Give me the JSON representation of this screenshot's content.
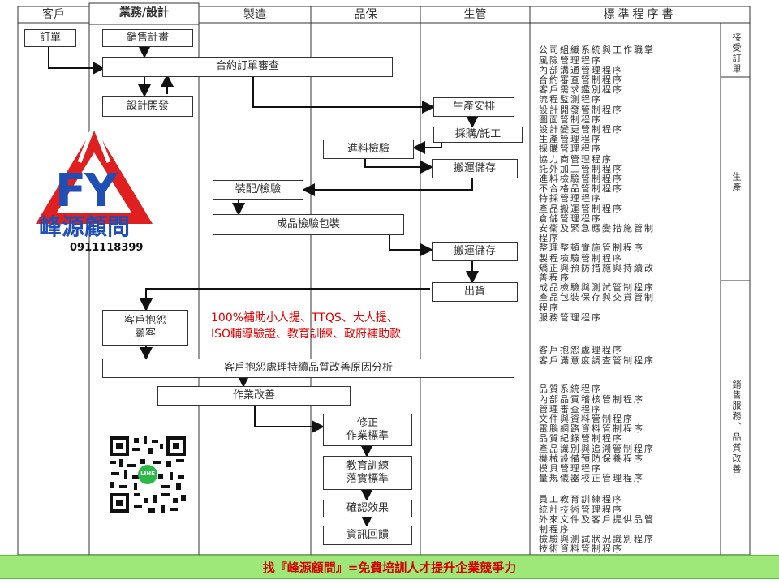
{
  "lanes": {
    "customer": "客戶",
    "sales": "業務/設計",
    "manufacturing": "製造",
    "quality": "品保",
    "production_mgmt": "生管",
    "standard_procedures": "標準程序書"
  },
  "flow": {
    "order": "訂單",
    "sales_plan": "銷售計畫",
    "contract_review": "合約訂單審查",
    "design_dev": "設計開發",
    "production_schedule": "生產安排",
    "purchase_outsource": "採購/託工",
    "incoming_inspection": "進料檢驗",
    "handling_storage_1": "搬運儲存",
    "assembly_inspection": "裝配/檢驗",
    "final_inspection_pack": "成品檢驗包裝",
    "handling_storage_2": "搬運儲存",
    "shipping": "出貨",
    "complaint_line1": "客戶抱怨",
    "complaint_line2": "顧客",
    "complaint_handling": "客戶抱怨處理持續品質改善原因分析",
    "work_improvement": "作業改善",
    "revise_line1": "修正",
    "revise_line2": "作業標準",
    "training_line1": "教育訓練",
    "training_line2": "落實標準",
    "confirm_effect": "確認效果",
    "info_feedback": "資訊回饋"
  },
  "procedures": {
    "group1": [
      "公司組織系統與工作職掌",
      "風險管理程序",
      "內部溝通管理程序",
      "合約審查管制程序",
      "客戶需求鑑別程序",
      "流程監測程序",
      "設計開發管制程序",
      "圖面管制程序",
      "設計變更管制程序",
      "生產管理程序",
      "採購管理程序",
      "協力商管理程序",
      "託外加工管制程序",
      "進料檢驗管制程序",
      "不合格品管制程序",
      "特採管理程序",
      "產品搬運管制程序",
      "倉儲管理程序",
      "安衛及緊急應變措施管制",
      "程序",
      "整理整頓實施管制程序",
      "製程檢驗管制程序",
      "矯正與預防措施與持續改",
      "善程序",
      "成品檢驗與測試管制程序",
      "產品包裝保存與交貨管制",
      "程序",
      "服務管理程序"
    ],
    "group2": [
      "客戶抱怨處理程序",
      "客戶滿意度調查管制程序"
    ],
    "group3": [
      "品質系統程序",
      "內部品質稽核管制程序",
      "管理審查程序",
      "文件與資料管制程序",
      "電腦網路資料管制程序",
      "品質紀錄管制程序",
      "產品識別與追溯管制程序",
      "機械設備預防保養程序",
      "模具管理程序",
      "量規儀器校正管理程序"
    ],
    "group4": [
      "員工教育訓練程序",
      "統計技術管理程序",
      "外來文件及客戶提供品管",
      "制程序",
      "檢驗與測試狀況識別程序",
      "技術資料管制程序"
    ]
  },
  "phases": {
    "accept_order": "接受訂單",
    "production": "生產",
    "sales_service": "銷售服務、品質改善"
  },
  "logo": {
    "mark": "FY",
    "name": "峰源顧問",
    "phone": "0911118399",
    "qr_badge": "LINE"
  },
  "promo": {
    "line1": "100%補助小人提、TTQS、大人提、",
    "line2": "ISO輔導驗證、教育訓練、政府補助款"
  },
  "footer": {
    "slogan": "找『峰源顧問』=免費培訓人才提升企業競爭力"
  },
  "colors": {
    "logo_red": "#e02020",
    "logo_blue": "#1f4fb4",
    "promo_red": "#e00000",
    "footer_green": "#9ee87a"
  }
}
